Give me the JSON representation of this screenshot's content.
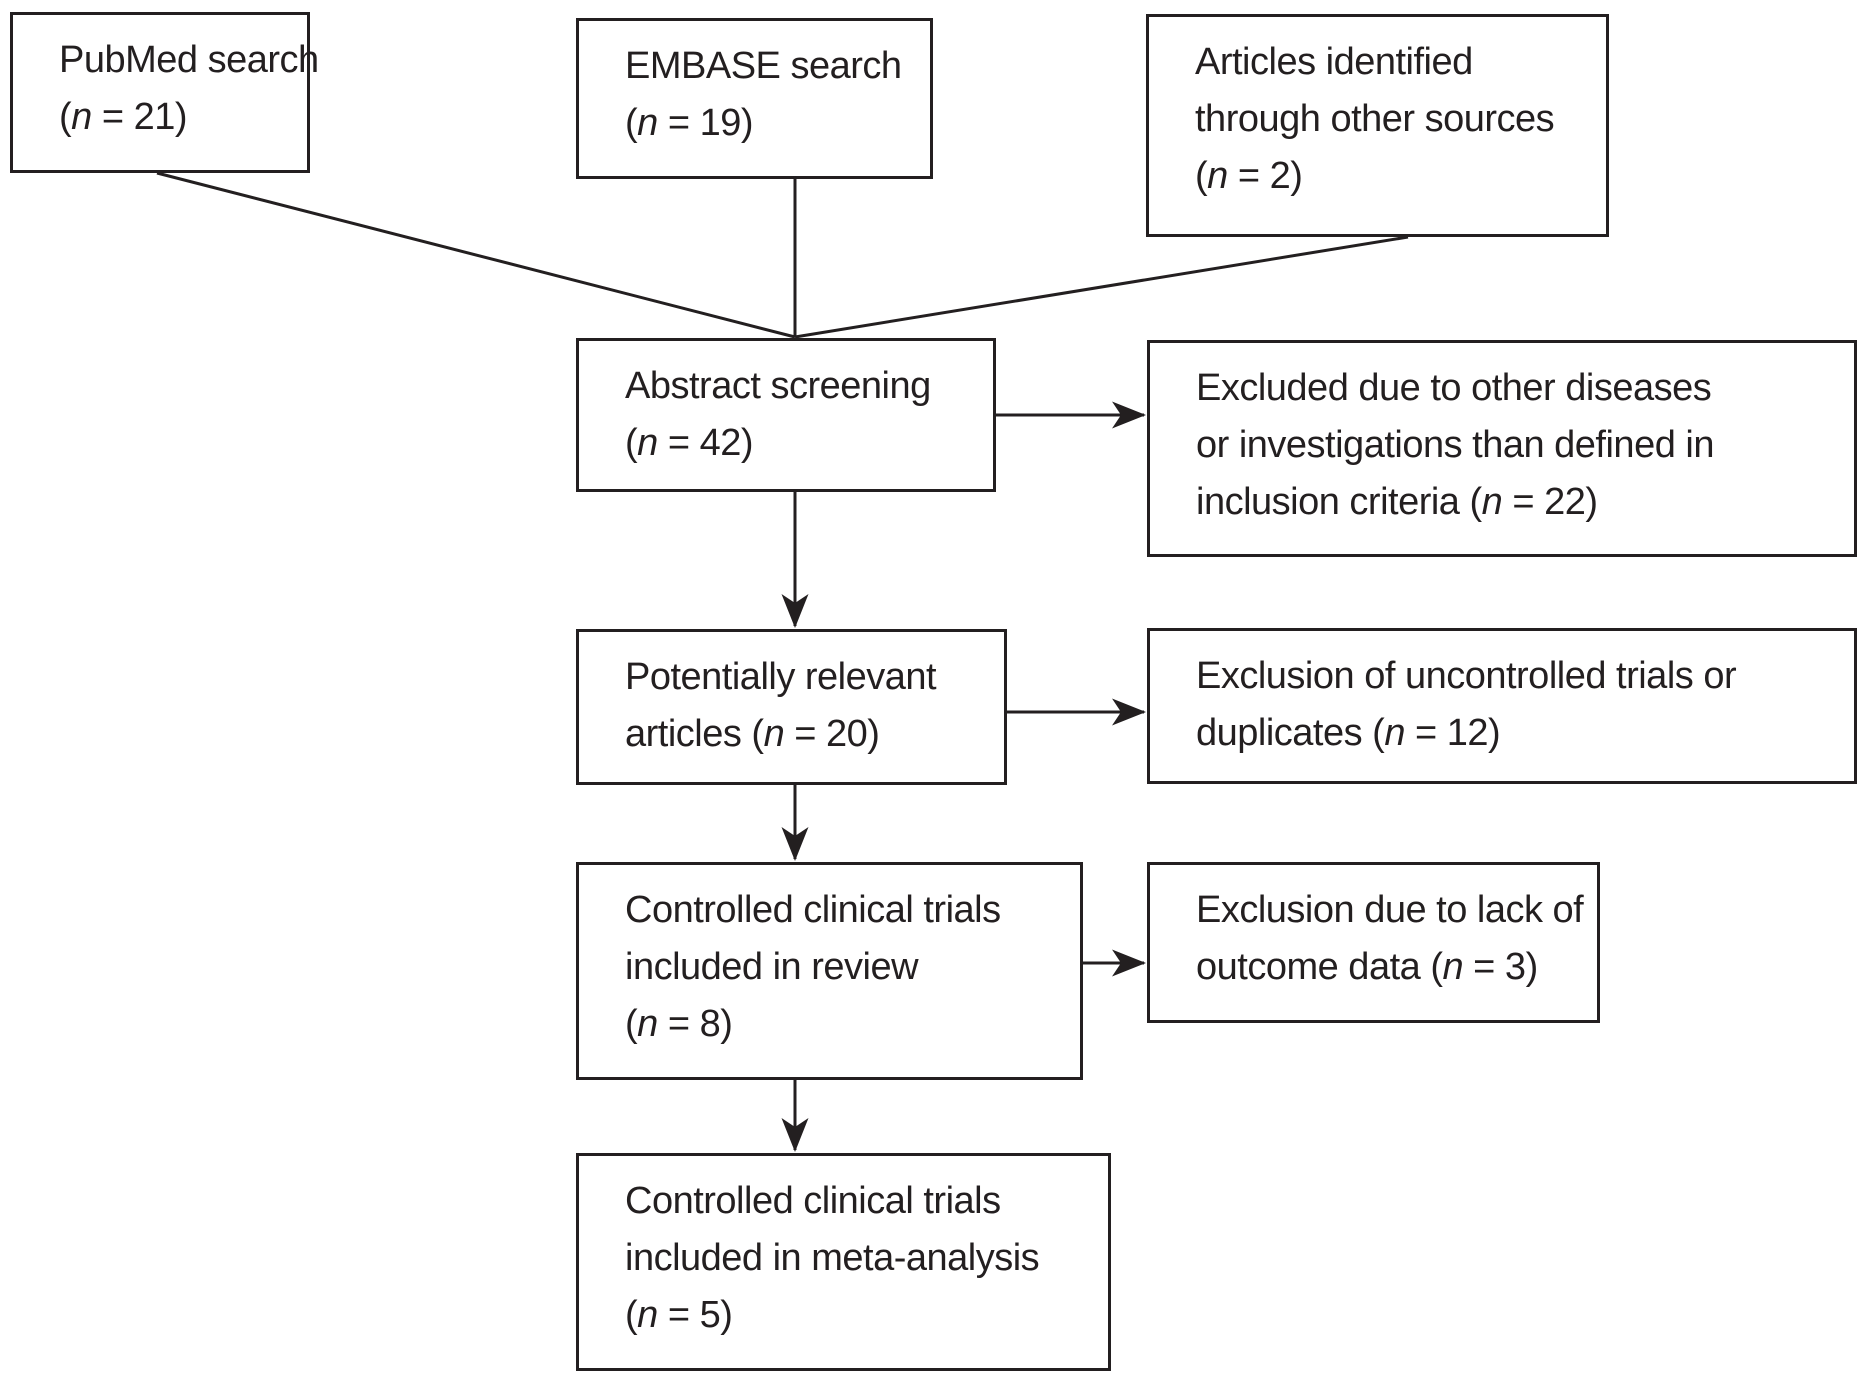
{
  "figure": {
    "type": "flowchart",
    "description": "Study selection flow diagram for a systematic review and meta-analysis",
    "colors": {
      "ink": "#231f20",
      "background": "#ffffff"
    }
  },
  "boxes": {
    "pubmed": {
      "label": "PubMed search (n = 21)",
      "count": 21,
      "lines": [
        [
          {
            "t": "PubMed search"
          }
        ],
        [
          {
            "t": "("
          },
          {
            "t": "n",
            "i": true
          },
          {
            "t": " = 21)"
          }
        ]
      ]
    },
    "embase": {
      "label": "EMBASE search (n = 19)",
      "count": 19,
      "lines": [
        [
          {
            "t": "EMBASE search"
          }
        ],
        [
          {
            "t": "("
          },
          {
            "t": "n",
            "i": true
          },
          {
            "t": " = 19)"
          }
        ]
      ]
    },
    "other": {
      "label": "Articles identified through other sources (n = 2)",
      "count": 2,
      "lines": [
        [
          {
            "t": "Articles identified"
          }
        ],
        [
          {
            "t": "through other sources"
          }
        ],
        [
          {
            "t": "("
          },
          {
            "t": "n",
            "i": true
          },
          {
            "t": " = 2)"
          }
        ]
      ]
    },
    "abstract": {
      "label": "Abstract screening (n = 42)",
      "count": 42,
      "lines": [
        [
          {
            "t": "Abstract screening"
          }
        ],
        [
          {
            "t": "("
          },
          {
            "t": "n",
            "i": true
          },
          {
            "t": " = 42)"
          }
        ]
      ]
    },
    "excluded1": {
      "label": "Excluded due to other diseases or investigations than defined in inclusion criteria (n = 22)",
      "count": 22,
      "lines": [
        [
          {
            "t": "Excluded due to other diseases"
          }
        ],
        [
          {
            "t": "or investigations than defined in"
          }
        ],
        [
          {
            "t": "inclusion criteria ("
          },
          {
            "t": "n",
            "i": true
          },
          {
            "t": " = 22)"
          }
        ]
      ]
    },
    "relevant": {
      "label": "Potentially relevant articles (n = 20)",
      "count": 20,
      "lines": [
        [
          {
            "t": "Potentially relevant"
          }
        ],
        [
          {
            "t": "articles ("
          },
          {
            "t": "n",
            "i": true
          },
          {
            "t": " = 20)"
          }
        ]
      ]
    },
    "excluded2": {
      "label": "Exclusion of uncontrolled trials or duplicates (n = 12)",
      "count": 12,
      "lines": [
        [
          {
            "t": "Exclusion of uncontrolled trials or"
          }
        ],
        [
          {
            "t": "duplicates ("
          },
          {
            "t": "n",
            "i": true
          },
          {
            "t": " = 12)"
          }
        ]
      ]
    },
    "review": {
      "label": "Controlled clinical trials included in review (n = 8)",
      "count": 8,
      "lines": [
        [
          {
            "t": "Controlled clinical trials"
          }
        ],
        [
          {
            "t": "included in review"
          }
        ],
        [
          {
            "t": "("
          },
          {
            "t": "n",
            "i": true
          },
          {
            "t": " = 8)"
          }
        ]
      ]
    },
    "excluded3": {
      "label": "Exclusion due to lack of outcome data (n = 3)",
      "count": 3,
      "lines": [
        [
          {
            "t": "Exclusion due to lack of"
          }
        ],
        [
          {
            "t": "outcome data ("
          },
          {
            "t": "n",
            "i": true
          },
          {
            "t": " = 3)"
          }
        ]
      ]
    },
    "meta": {
      "label": "Controlled clinical trials included in meta-analysis (n = 5)",
      "count": 5,
      "lines": [
        [
          {
            "t": "Controlled clinical trials"
          }
        ],
        [
          {
            "t": "included in meta-analysis"
          }
        ],
        [
          {
            "t": "("
          },
          {
            "t": "n",
            "i": true
          },
          {
            "t": " = 5)"
          }
        ]
      ]
    }
  }
}
